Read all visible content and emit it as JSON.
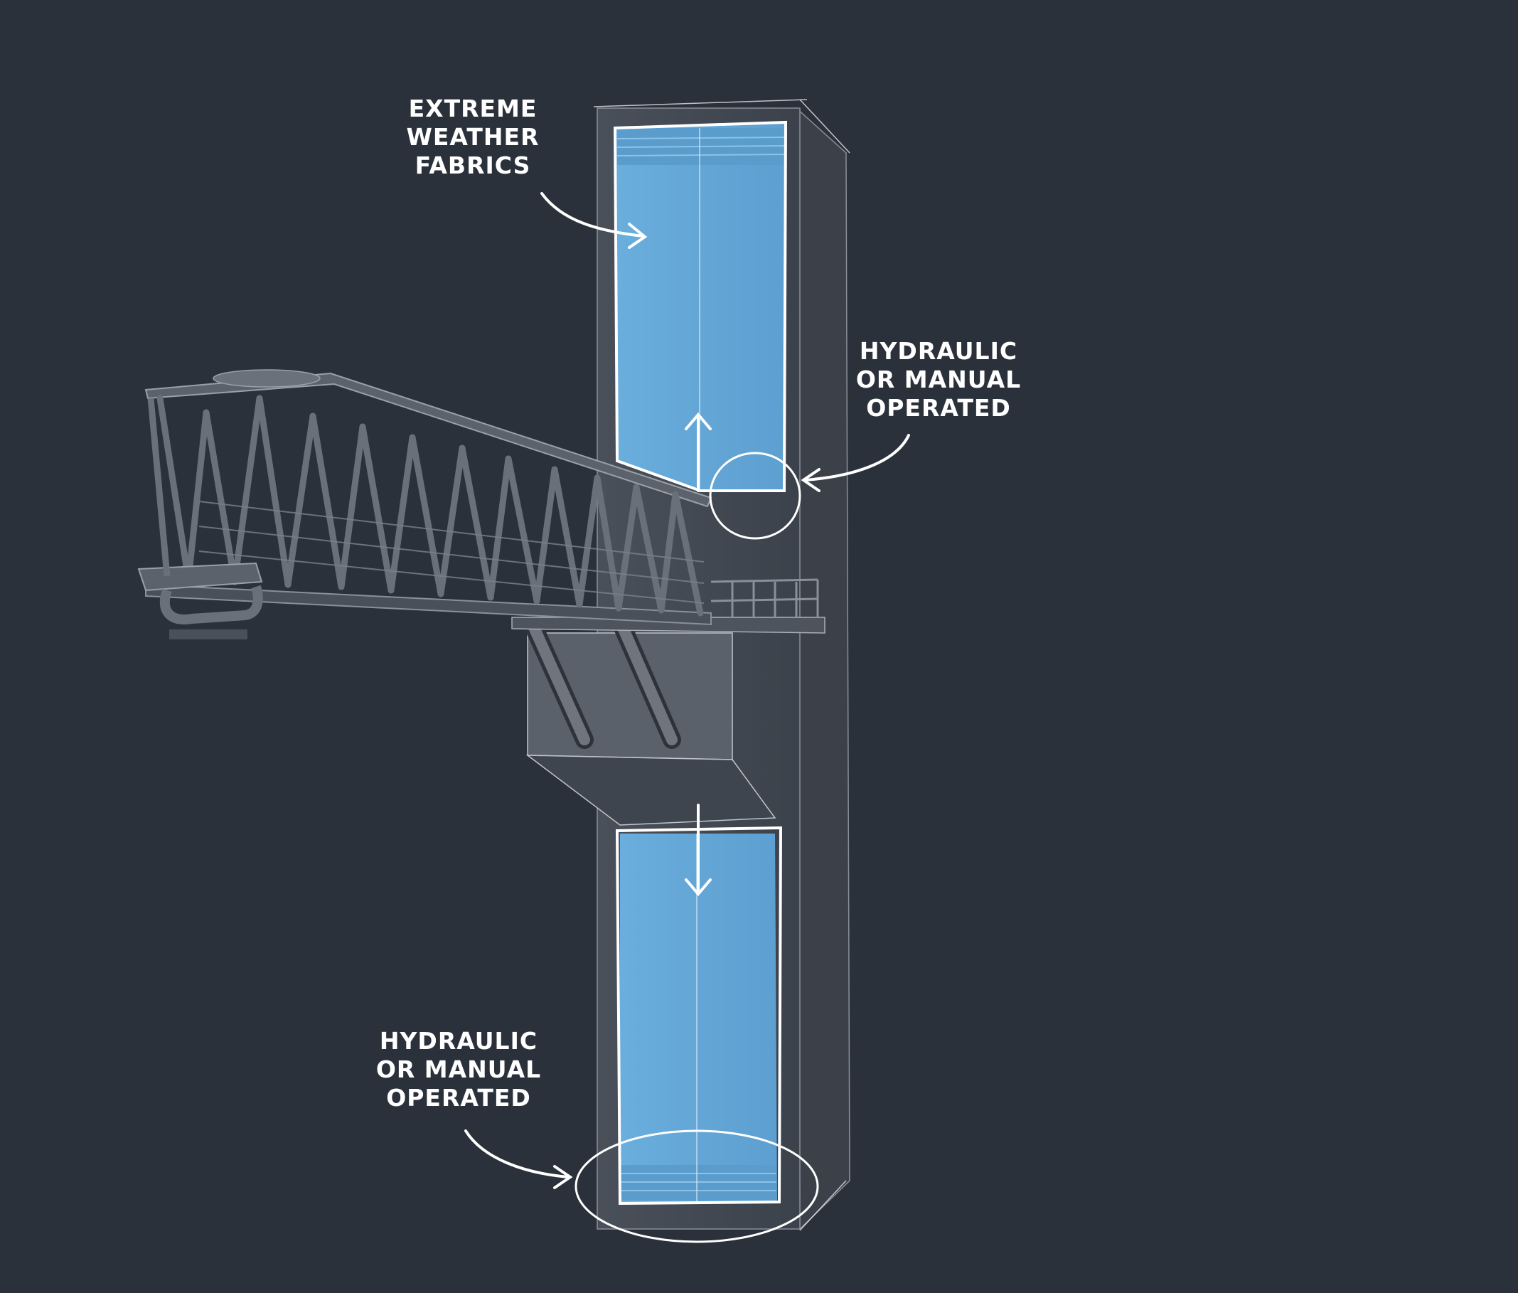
{
  "diagram": {
    "background_color": "#2b313b",
    "fabric_color": "#62a5d6",
    "structure_color": "#5a606a",
    "line_color": "#ffffff",
    "callouts": [
      {
        "id": "extreme-weather-fabrics",
        "lines": [
          "EXTREME",
          "WEATHER",
          "FABRICS"
        ]
      },
      {
        "id": "hydraulic-top",
        "lines": [
          "HYDRAULIC",
          "OR MANUAL",
          "OPERATED"
        ]
      },
      {
        "id": "hydraulic-bottom",
        "lines": [
          "HYDRAULIC",
          "OR MANUAL",
          "OPERATED"
        ]
      }
    ],
    "arrows": [
      {
        "id": "fabric-raise",
        "direction": "up"
      },
      {
        "id": "fabric-lower",
        "direction": "down"
      }
    ]
  }
}
